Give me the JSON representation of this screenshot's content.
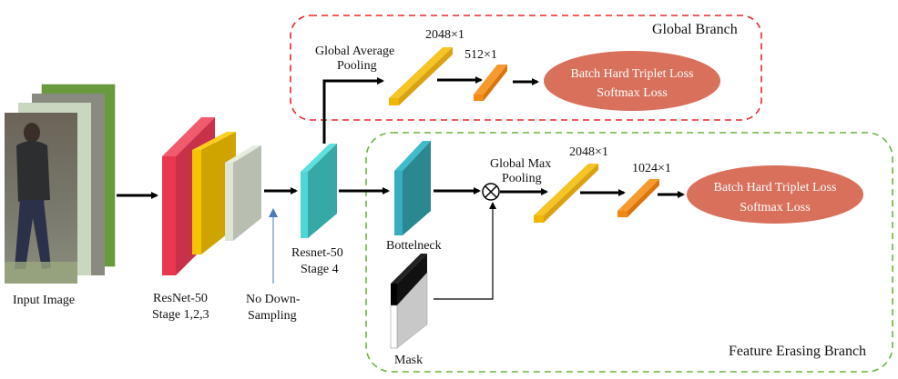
{
  "colors": {
    "global_branch_border": "#e8262b",
    "erasing_branch_border": "#6db33f",
    "resnet_stage1": "#e8374f",
    "resnet_stage2": "#e6b800",
    "resnet_stage3": "#c4cbb8",
    "resnet_stage4": "#3cc8c8",
    "bottleneck": "#2a98a4",
    "feature_2048": "#f2be1e",
    "feature_small": "#f2891a",
    "loss": "#d9705c",
    "no_downsample_arrow": "#4a7ac0"
  },
  "input": {
    "label": "Input Image"
  },
  "resnet123": {
    "label_line1": "ResNet-50",
    "label_line2": "Stage 1,2,3"
  },
  "no_downsampling": {
    "label_line1": "No Down-",
    "label_line2": "Sampling"
  },
  "resnet4": {
    "label_line1": "Resnet-50",
    "label_line2": "Stage 4"
  },
  "global_branch": {
    "title": "Global Branch",
    "pooling_line1": "Global Average",
    "pooling_line2": "Pooling",
    "feat1_dim": "2048×1",
    "feat2_dim": "512×1",
    "loss_line1": "Batch Hard Triplet Loss",
    "loss_line2": "Softmax Loss"
  },
  "erasing_branch": {
    "title": "Feature Erasing Branch",
    "bottleneck_label": "Bottelneck",
    "mask_label": "Mask",
    "pooling_line1": "Global Max",
    "pooling_line2": "Pooling",
    "multiply_symbol": "⊗",
    "feat1_dim": "2048×1",
    "feat2_dim": "1024×1",
    "loss_line1": "Batch Hard Triplet Loss",
    "loss_line2": "Softmax Loss"
  }
}
